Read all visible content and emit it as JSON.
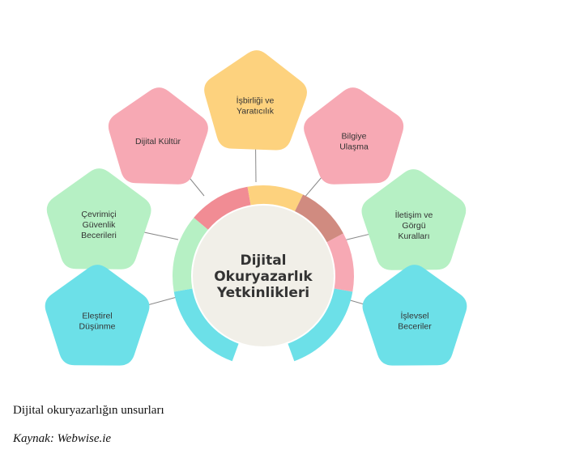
{
  "diagram": {
    "center": [
      "Dijital",
      "Okuryazarlık",
      "Yetkinlikleri"
    ],
    "nodes": [
      {
        "id": "dijital-kultur",
        "lines": [
          "Dijital Kültür"
        ],
        "color": "#f7a9b4"
      },
      {
        "id": "isbirligi",
        "lines": [
          "İşbirliği ve",
          "Yaratıcılık"
        ],
        "color": "#fdd27e"
      },
      {
        "id": "bilgiye-ulasma",
        "lines": [
          "Bilgiye",
          "Ulaşma"
        ],
        "color": "#f7a9b4"
      },
      {
        "id": "cevrimici-guvenlik",
        "lines": [
          "Çevrimiçi",
          "Güvenlik",
          "Becerileri"
        ],
        "color": "#b6f0c4"
      },
      {
        "id": "iletisim",
        "lines": [
          "İletişim ve",
          "Görgü",
          "Kuralları"
        ],
        "color": "#b6f0c4"
      },
      {
        "id": "elestirel",
        "lines": [
          "Eleştirel",
          "Düşünme"
        ],
        "color": "#6ce0e8"
      },
      {
        "id": "islevsel",
        "lines": [
          "İşlevsel",
          "Beceriler"
        ],
        "color": "#6ce0e8"
      }
    ],
    "ring_colors": [
      "#f18c94",
      "#fdd27e",
      "#d08b80",
      "#f7a9b4",
      "#6ce0e8",
      "#6ce0e8",
      "#b6f0c4"
    ],
    "center_fill": "#f1efe8"
  },
  "caption": "Dijital okuryazarlığın unsurları",
  "source": "Kaynak: Webwise.ie"
}
